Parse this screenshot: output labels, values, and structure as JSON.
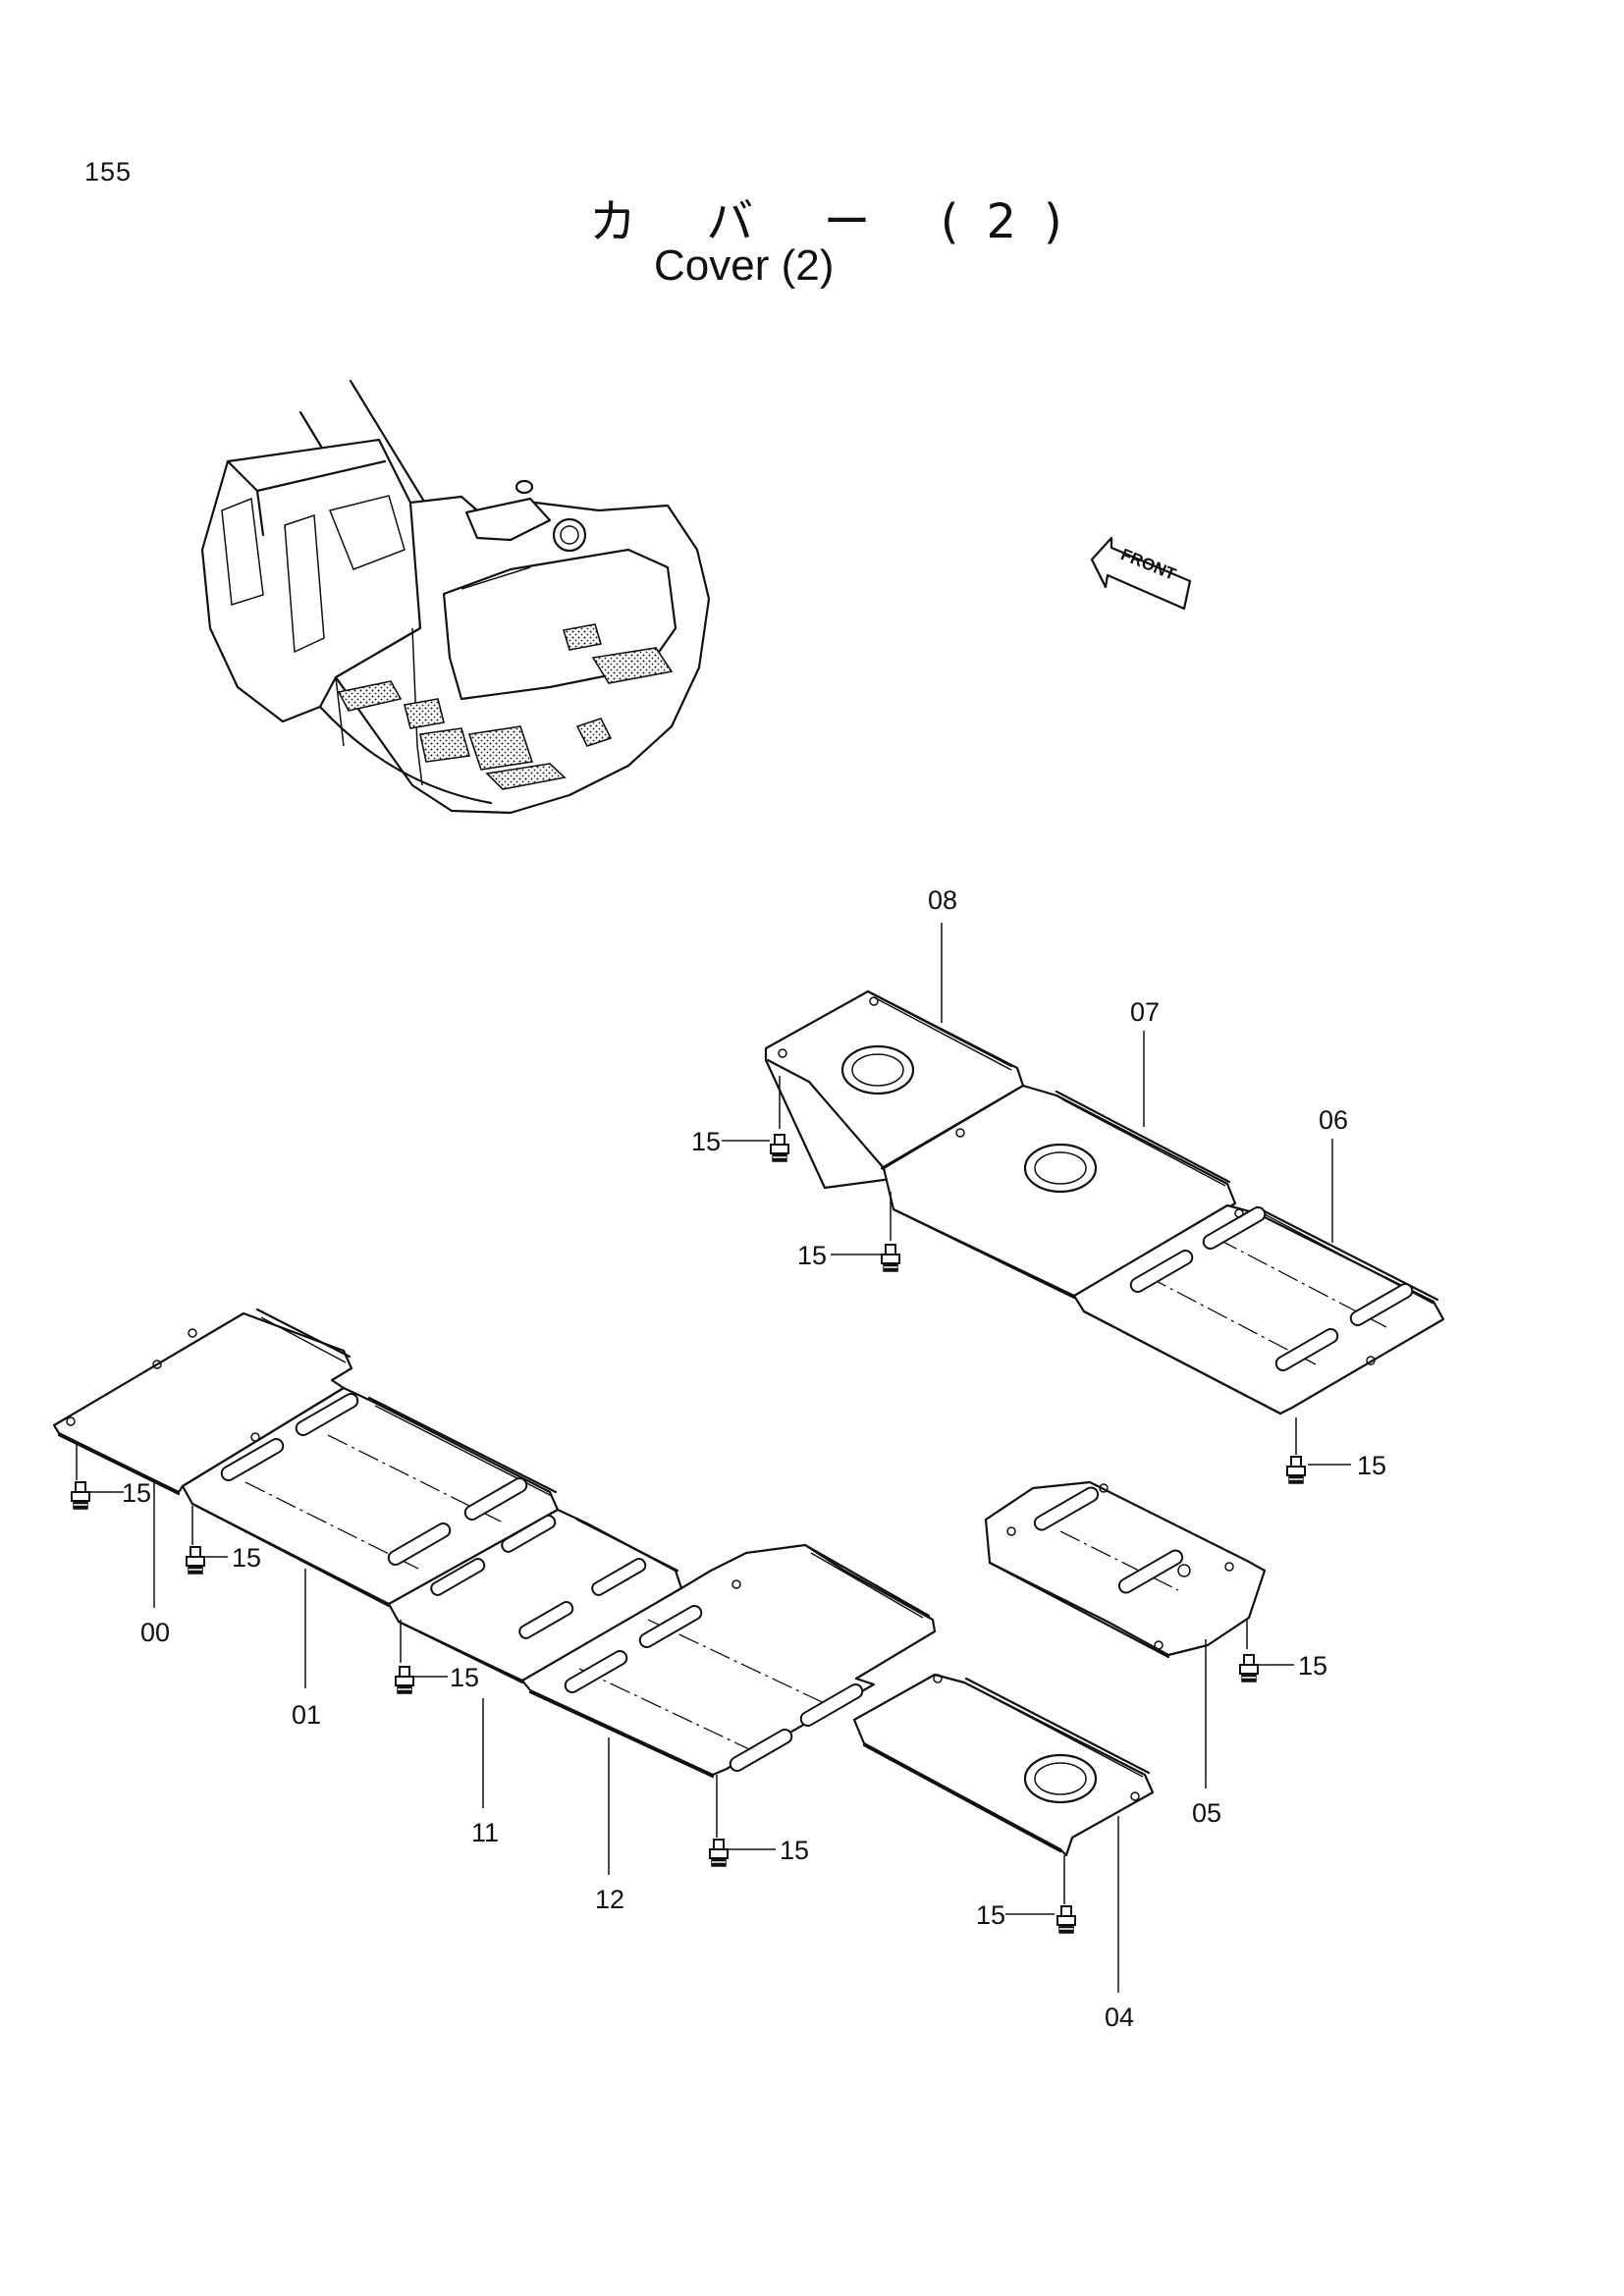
{
  "page": {
    "number": "155",
    "title_jp": "カ バ ー (2)",
    "title_en": "Cover (2)"
  },
  "diagram": {
    "front_label": "FRONT",
    "parts": [
      {
        "id": "p00",
        "label": "00"
      },
      {
        "id": "p01",
        "label": "01"
      },
      {
        "id": "p04",
        "label": "04"
      },
      {
        "id": "p05",
        "label": "05"
      },
      {
        "id": "p06",
        "label": "06"
      },
      {
        "id": "p07",
        "label": "07"
      },
      {
        "id": "p08",
        "label": "08"
      },
      {
        "id": "p11",
        "label": "11"
      },
      {
        "id": "p12",
        "label": "12"
      }
    ],
    "bolt_label": "15"
  },
  "icons": {
    "front_arrow": "arrow-left-icon",
    "bolt": "bolt-icon",
    "machine": "excavator-icon"
  }
}
